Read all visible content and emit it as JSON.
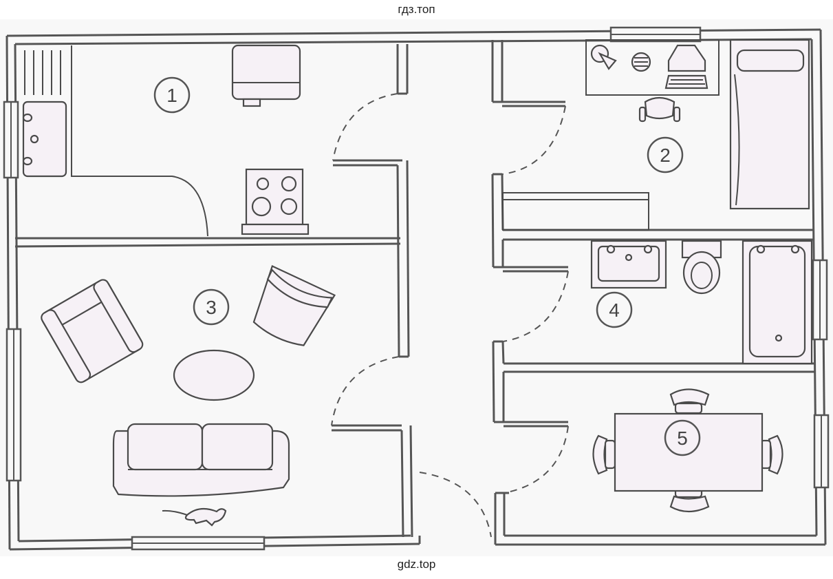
{
  "watermark_top": "гдз.топ",
  "watermark_bottom": "gdz.top",
  "rooms": [
    {
      "number": "1",
      "furniture": [
        "kitchen-counter",
        "sink",
        "range-hood",
        "stove"
      ]
    },
    {
      "number": "2",
      "furniture": [
        "desk",
        "computer",
        "office-chair",
        "bed",
        "shelf"
      ]
    },
    {
      "number": "3",
      "furniture": [
        "armchair",
        "armchair",
        "oval-coffee-table",
        "sofa",
        "cat"
      ]
    },
    {
      "number": "4",
      "furniture": [
        "washbasin",
        "toilet",
        "bathtub"
      ]
    },
    {
      "number": "5",
      "furniture": [
        "dining-table",
        "chair",
        "chair",
        "chair",
        "chair"
      ]
    }
  ],
  "colors": {
    "wall": "#555555",
    "furniture_fill": "#f6f1f6",
    "line": "#4a4a4a",
    "floor": "#f8f8f8"
  }
}
